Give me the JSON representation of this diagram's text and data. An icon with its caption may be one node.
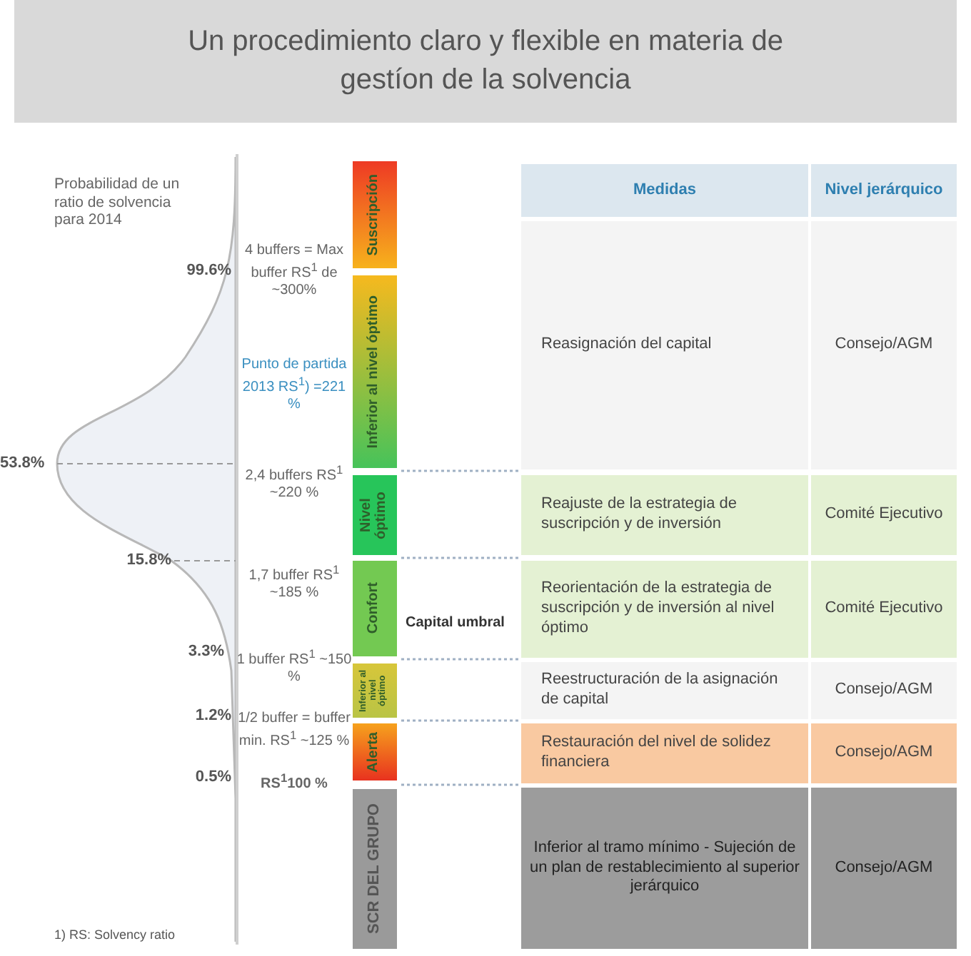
{
  "diagram": {
    "title": "Un procedimiento claro y flexible en materia de gestíon de la solvencia",
    "nodes": [
      {
        "text": [
          "Suscripción"
        ]
      },
      {
        "text": [
          "Inferior al nivel óptimo"
        ]
      },
      {
        "text": [
          "Nivel óptimo"
        ]
      },
      {
        "text": [
          "Confort"
        ]
      },
      {
        "text": [
          "Inferior al nivel óptimo"
        ]
      },
      {
        "text": [
          "Alerta"
        ]
      },
      {
        "text": [
          "SCR DEL GRUPO"
        ]
      }
    ],
    "labels": [
      "Probabilidad de un ratio de solvencia para 2014",
      "99.6%",
      "4 buffers = Max buffer RS$^{1}$ de ~300%",
      "Punto de partida 2013 RS$^{1}$) =221 %",
      "53.8%",
      "2,4 buffers RS$^{1}$ ~220 %",
      "15.8%",
      "1,7 buffer RS$^{1}$ ~185 %",
      "3.3%",
      "1 buffer RS$^{1}$ ~150 %",
      "1.2%",
      "1/2 buffer = buffer min. RS$^{1}$ ~125 %",
      "0.5%",
      "RS$^{1}$100 %",
      "Capital umbral",
      "Medidas",
      "Nivel jerárquico",
      "Reasignación del capital",
      "Consejo/AGM",
      "Reajuste de la estrategia de suscripción y de inversión",
      "Comité Ejecutivo",
      "Reorientación de la estrategia de suscripción y de inversión al nivel óptimo",
      "Comité Ejecutivo",
      "Reestructuración de la asignación de capital",
      "Consejo/AGM",
      "Restauración del nivel de solidez financiera",
      "Consejo/AGM",
      "Inferior al tramo mínimo - Sujeción de un plan de restablecimiento al superior jerárquico",
      "Consejo/AGM",
      "1) RS: Solvency ratio"
    ]
  }
}
